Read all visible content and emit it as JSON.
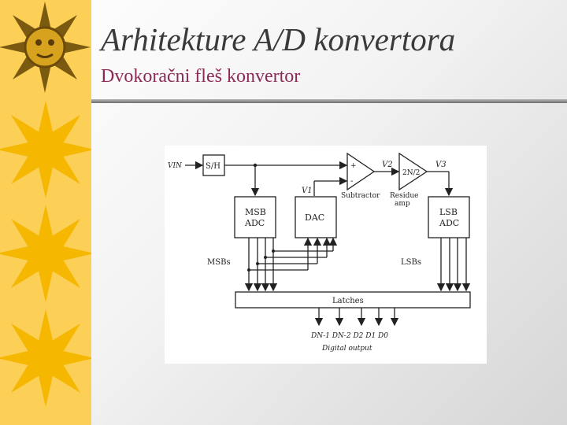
{
  "slide": {
    "title": "Arhitekture A/D konvertora",
    "subtitle": "Dvokoračni fleš konvertor"
  },
  "decor": {
    "icon": "sun-icon",
    "strip_color": "#fccf57",
    "subtitle_color": "#8c2a57"
  },
  "diagram": {
    "vin": "VIN",
    "sh": "S/H",
    "plus": "+",
    "minus": "-",
    "v1": "V1",
    "v2": "V2",
    "v3": "V3",
    "gain": "2N/2",
    "subtractor": "Subtractor",
    "residue_1": "Residue",
    "residue_2": "amp",
    "msb_adc_1": "MSB",
    "msb_adc_2": "ADC",
    "dac": "DAC",
    "lsb_adc_1": "LSB",
    "lsb_adc_2": "ADC",
    "msbs": "MSBs",
    "lsbs": "LSBs",
    "latches": "Latches",
    "outputs": "DN-1 DN-2 D2 D1 D0",
    "digital_output": "Digital output"
  }
}
